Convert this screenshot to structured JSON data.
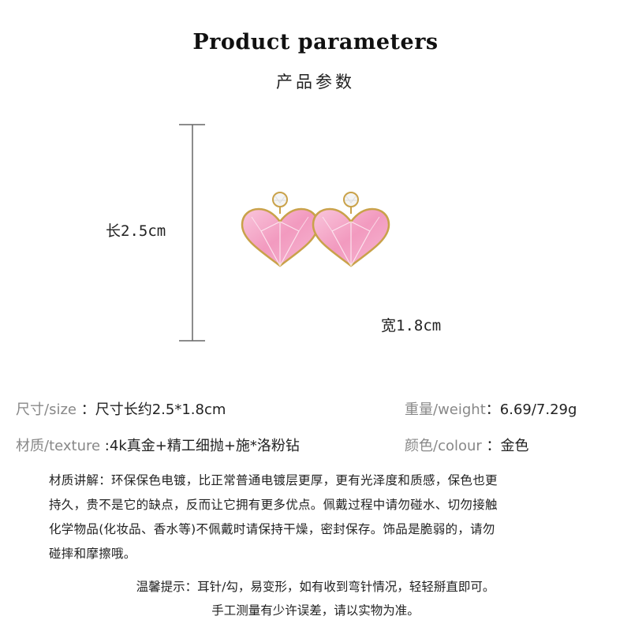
{
  "header": {
    "title": "Product parameters",
    "subtitle": "产品参数"
  },
  "dimensions": {
    "length": "长2.5cm",
    "width": "宽1.8cm"
  },
  "specs": {
    "size_label": "尺寸/size",
    "size_value": " ：尺寸长约2.5*1.8cm",
    "weight_label": "重量/weight",
    "weight_value": "：6.69/7.29g",
    "texture_label": "材质/texture",
    "texture_value": " :4k真金+精工细抛+施*洛粉钻",
    "colour_label": "颜色/colour",
    "colour_value": " ：金色"
  },
  "description": {
    "line1": "材质讲解：环保保色电镀，比正常普通电镀层更厚，更有光泽度和质感，保色也更",
    "line2": "持久，贵不是它的缺点，反而让它拥有更多优点。佩戴过程中请勿碰水、切勿接触",
    "line3": "化学物品(化妆品、香水等)不佩戴时请保持干燥，密封保存。饰品是脆弱的，请勿",
    "line4": "碰摔和摩擦哦。"
  },
  "tips": {
    "line1": "温馨提示：耳针/勾，易变形，如有收到弯针情况，轻轻掰直即可。",
    "line2": "手工测量有少许误差，请以实物为准。"
  },
  "colors": {
    "gem_pink": "#f4a7c7",
    "gold": "#c9a24a"
  },
  "icons": {
    "product": "heart-earring-icon"
  }
}
